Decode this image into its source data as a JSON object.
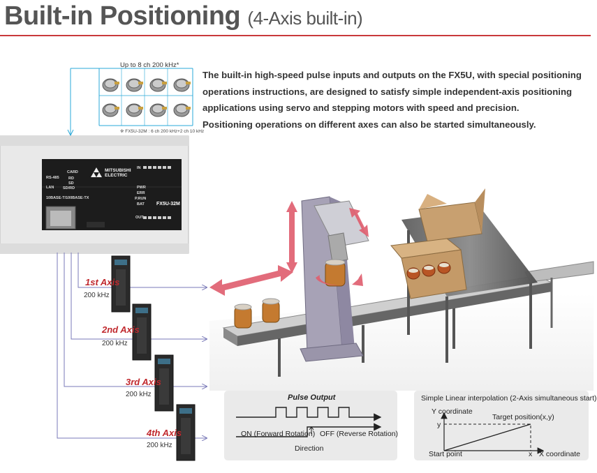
{
  "header": {
    "title": "Built-in Positioning",
    "subtitle": "(4-Axis built-in)"
  },
  "description": {
    "lines": [
      "The built-in high-speed pulse inputs and outputs on the FX5U, with special positioning",
      "operations instructions, are designed to satisfy simple independent-axis positioning",
      "applications using servo and stepping motors with speed and precision.",
      "Positioning operations on different axes can also be started simultaneously."
    ]
  },
  "encoders": {
    "title": "Up to 8 ch 200 kHz*",
    "note": "※ FX5U-32M : 6 ch 200 kHz+2 ch 10 kHz",
    "count": 8
  },
  "plc": {
    "brand_top": "MITSUBISHI",
    "brand_bottom": "ELECTRIC",
    "model": "FX5U-32M",
    "labels": {
      "rs485": "RS-485",
      "lan": "LAN",
      "card": "CARD",
      "sd": "SD",
      "rd": "RD",
      "sdrd": "SD/RD",
      "pwr": "PWR",
      "err": "ERR",
      "prun": "P.RUN",
      "bat": "BAT",
      "in": "IN",
      "out": "OUT",
      "eth": "10BASE-T/100BASE-TX"
    }
  },
  "axes": [
    {
      "label": "1st Axis",
      "speed": "200 kHz"
    },
    {
      "label": "2nd Axis",
      "speed": "200 kHz"
    },
    {
      "label": "3rd Axis",
      "speed": "200 kHz"
    },
    {
      "label": "4th Axis",
      "speed": "200 kHz"
    }
  ],
  "pulse_panel": {
    "title": "Pulse Output",
    "on_label": "ON (Forward Rotation)",
    "off_label": "OFF (Reverse Rotation)",
    "direction_label": "Direction"
  },
  "interp_panel": {
    "title": "Simple Linear interpolation (2-Axis simultaneous start)",
    "y_axis": "Y coordinate",
    "x_axis": "X coordinate",
    "x_mark": "x",
    "y_mark": "y",
    "target": "Target position(x,y)",
    "start": "Start point"
  },
  "colors": {
    "accent_red": "#c0282d",
    "rule_red": "#c9393b",
    "wire_blue": "#29a8d8",
    "arrow_line": "#7a7ab8",
    "motion_arrow": "#e06070"
  }
}
